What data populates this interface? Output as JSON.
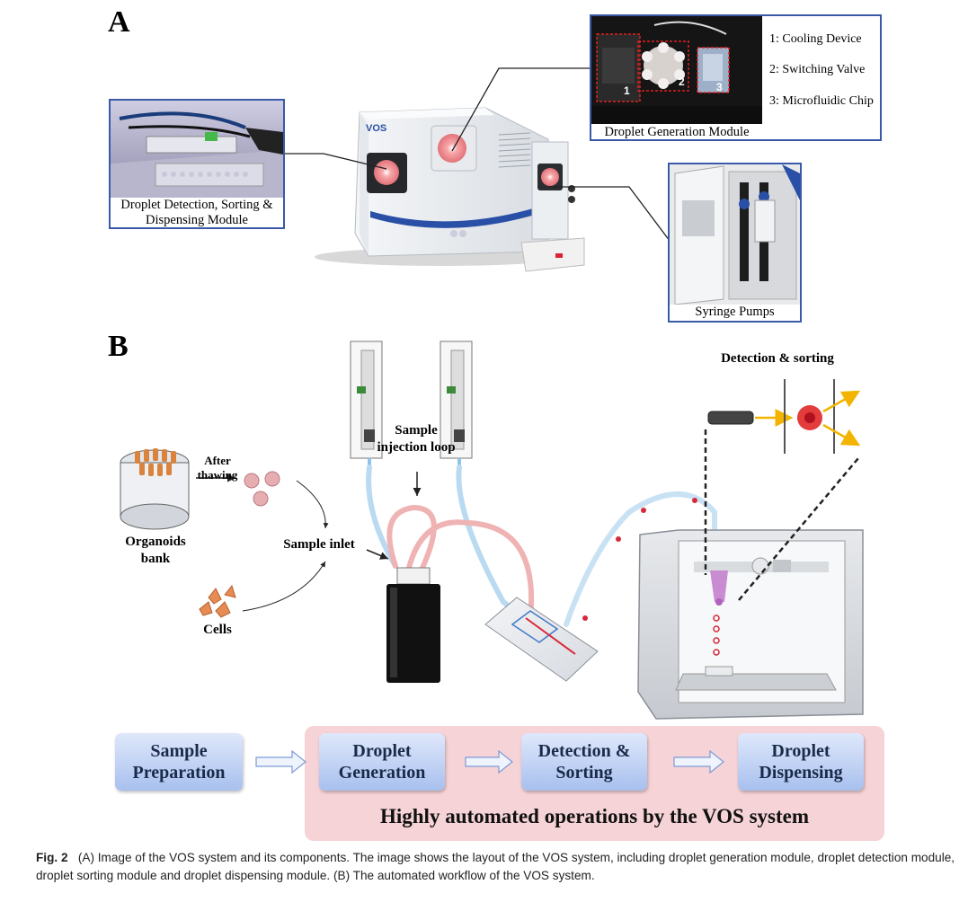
{
  "panels": {
    "a": "A",
    "b": "B"
  },
  "panel_a": {
    "callouts": {
      "detection_module": "Droplet Detection, Sorting & Dispensing Module",
      "generation_module": "Droplet Generation Module",
      "syringe_pumps": "Syringe Pumps"
    },
    "legend": [
      "1: Cooling Device",
      "2: Switching Valve",
      "3: Microfluidic Chip"
    ],
    "photo_markers": [
      "1",
      "2",
      "3"
    ],
    "instrument_brand": "VOS"
  },
  "panel_b": {
    "labels": {
      "after_thawing": "After thawing",
      "organoids_bank": "Organoids bank",
      "cells": "Cells",
      "sample_inlet": "Sample inlet",
      "sample_injection_loop": "Sample injection loop",
      "detection_sorting": "Detection & sorting"
    },
    "workflow": [
      "Sample Preparation",
      "Droplet Generation",
      "Detection & Sorting",
      "Droplet Dispensing"
    ],
    "banner": "Highly automated operations by the VOS system"
  },
  "caption": {
    "label": "Fig. 2",
    "text": "(A) Image of the VOS system and its components. The image shows the layout of the VOS system, including droplet generation module, droplet detection module, droplet sorting module and droplet dispensing module. (B) The automated workflow of the VOS system."
  },
  "colors": {
    "frame_blue": "#3a5aa8",
    "step_gradient_top": "#dfe8fb",
    "step_gradient_bottom": "#a8c0ee",
    "banner_pink": "#f6d3d6",
    "droplet_red": "#d8283a"
  }
}
